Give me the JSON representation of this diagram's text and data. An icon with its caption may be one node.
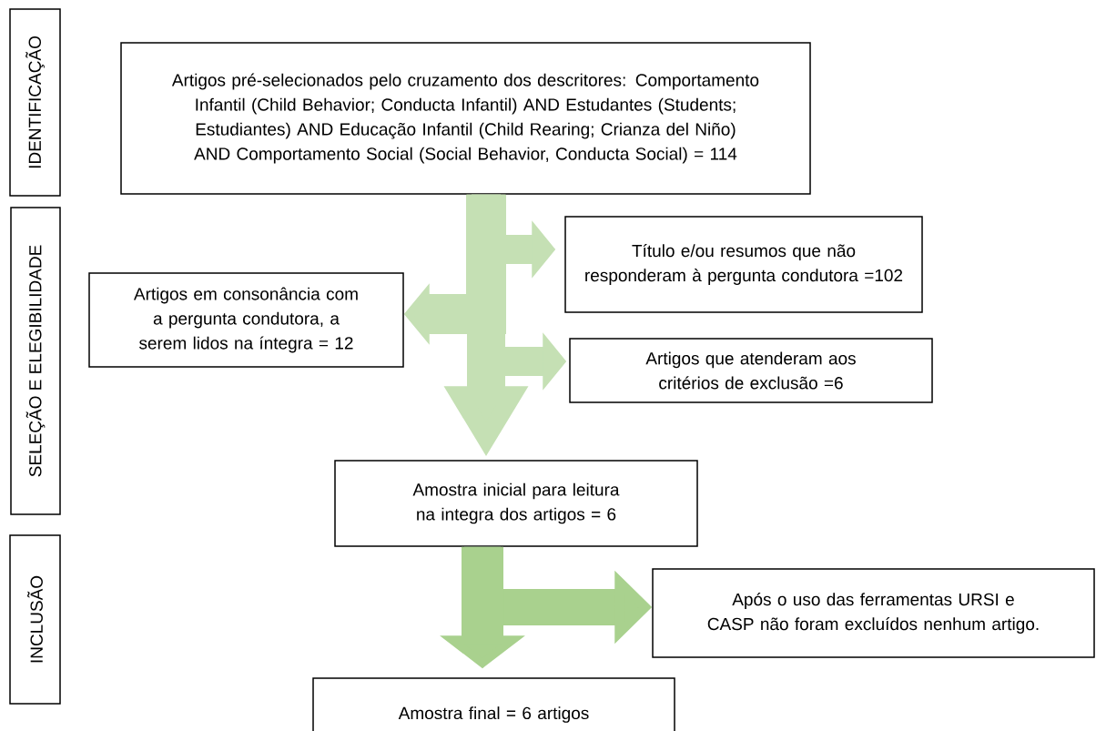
{
  "diagram": {
    "nodes": [
      {
        "text": [
          "IDENTIFICAÇÃO"
        ]
      },
      {
        "text": [
          "SELEÇÃO E ELEGIBILIDADE"
        ]
      },
      {
        "text": [
          "INCLUSÃO"
        ]
      },
      {
        "text": [
          "Artigos pré-selecionados pelo cruzamento dos descritores: Comportamento Infantil (Child Behavior; Conducta Infantil) AND Estudantes (Students; Estudiantes) AND Educação Infantil (Child Rearing; Crianza del Niño) AND Comportamento Social (Social Behavior, Conducta Social) = 114"
        ]
      },
      {
        "text": [
          "Título e/ou resumos que não responderam à pergunta condutora =102"
        ]
      },
      {
        "text": [
          "Artigos em consonância com a pergunta condutora, a serem lidos na íntegra = 12"
        ]
      },
      {
        "text": [
          "Artigos que atenderam aos critérios de exclusão =6"
        ]
      },
      {
        "text": [
          "Amostra inicial para leitura na integra dos artigos = 6"
        ]
      },
      {
        "text": [
          "Após o uso das ferramentas URSI e CASP não foram excluídos nenhum artigo."
        ]
      },
      {
        "text": [
          "Amostra final = 6 artigos"
        ]
      }
    ],
    "edges": [
      {
        "from": 3,
        "to": 4,
        "arrow": "to"
      },
      {
        "from": 3,
        "to": 5,
        "arrow": "to"
      },
      {
        "from": 3,
        "to": 6,
        "arrow": "to"
      },
      {
        "from": 3,
        "to": 7,
        "arrow": "to"
      },
      {
        "from": 7,
        "to": 8,
        "arrow": "to",
        "color": "#a9d18e"
      },
      {
        "from": 7,
        "to": 9,
        "arrow": "to",
        "color": "#a9d18e"
      }
    ]
  }
}
